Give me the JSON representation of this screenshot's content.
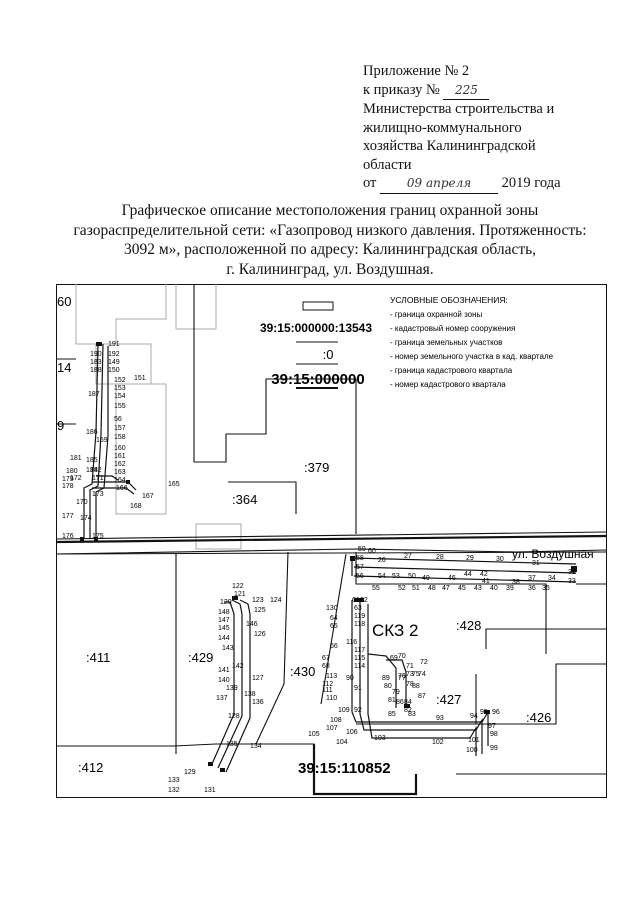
{
  "header": {
    "line1": "Приложение № 2",
    "order_prefix": "к приказу №",
    "order_number": "225",
    "line3": "Министерства строительства и",
    "line4": "жилищно-коммунального",
    "line5": "хозяйства Калининградской",
    "line6": "области",
    "date_prefix": "от",
    "date_value": "09 апреля",
    "date_suffix": "2019 года"
  },
  "title": {
    "line1": "Графическое описание местоположения границ охранной зоны",
    "line2": "газораспределительной сети: «Газопровод низкого давления. Протяженность:",
    "line3": "3092 м», расположенной по адресу: Калининградская область,",
    "line4": "г. Калининград, ул. Воздушная."
  },
  "legend": {
    "heading": "УСЛОВНЫЕ ОБОЗНАЧЕНИЯ:",
    "items": [
      "- граница охранной зоны",
      "- кадастровый номер сооружения",
      "- граница земельных участков",
      "- номер земельного участка в кад. квартале",
      "- граница кадастрового квартала",
      "- номер кадастрового квартала"
    ],
    "sample_cadnum": "39:15:000000:13543",
    "sample_parcel": ":0",
    "sample_quarter": "39:15:000000"
  },
  "map": {
    "street": "ул. Воздушная",
    "station": "СКЗ 2",
    "quarter": "39:15:110852",
    "parcels": [
      ":379",
      ":364",
      ":428",
      ":411",
      ":429",
      ":430",
      ":427",
      ":426",
      ":412",
      "60",
      "14",
      "9"
    ],
    "points": [
      "191",
      "190",
      "192",
      "183",
      "149",
      "188",
      "150",
      "152",
      "151",
      "153",
      "187",
      "154",
      "155",
      "56",
      "157",
      "186",
      "158",
      "159",
      "160",
      "185",
      "161",
      "162",
      "184",
      "163",
      "164",
      "165",
      "166",
      "167",
      "168",
      "170",
      "171",
      "172",
      "173",
      "174",
      "175",
      "176",
      "177",
      "178",
      "179",
      "180",
      "181",
      "182",
      "59",
      "60",
      "58",
      "26",
      "57",
      "27",
      "28",
      "29",
      "30",
      "31",
      "32",
      "33",
      "56",
      "54",
      "53",
      "52",
      "51",
      "50",
      "49",
      "48",
      "47",
      "46",
      "45",
      "44",
      "43",
      "42",
      "41",
      "40",
      "39",
      "38",
      "37",
      "36",
      "35",
      "34",
      "55",
      "122",
      "121",
      "123",
      "124",
      "120",
      "125",
      "148",
      "147",
      "146",
      "145",
      "126",
      "144",
      "143",
      "142",
      "141",
      "127",
      "140",
      "139",
      "138",
      "137",
      "136",
      "128",
      "135",
      "134",
      "129",
      "133",
      "132",
      "131",
      "130",
      "61",
      "62",
      "63",
      "64",
      "119",
      "65",
      "118",
      "66",
      "116",
      "117",
      "67",
      "115",
      "68",
      "114",
      "69",
      "70",
      "113",
      "72",
      "112",
      "71",
      "73",
      "111",
      "74",
      "76",
      "75",
      "110",
      "89",
      "77",
      "78",
      "88",
      "80",
      "79",
      "87",
      "81",
      "86",
      "84",
      "82",
      "85",
      "83",
      "109",
      "108",
      "107",
      "106",
      "105",
      "104",
      "103",
      "93",
      "94",
      "95",
      "96",
      "97",
      "98",
      "99",
      "100",
      "101",
      "102",
      "90",
      "91",
      "92"
    ]
  }
}
